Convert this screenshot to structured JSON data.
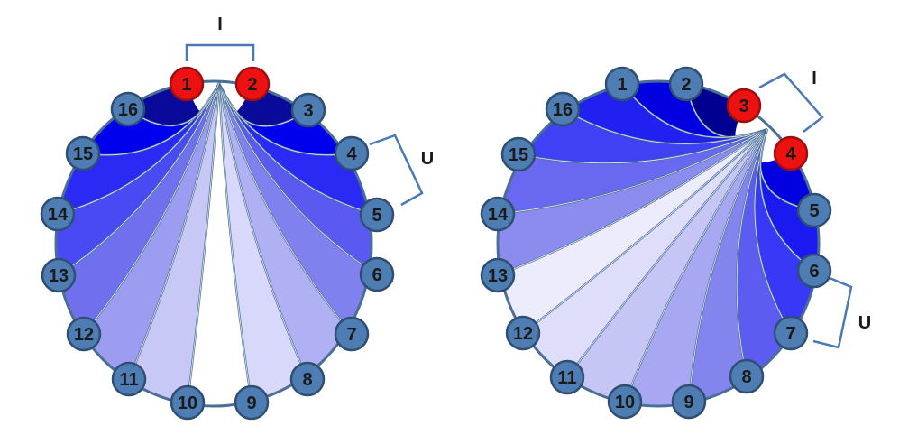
{
  "colors": {
    "rim": "#4a6f94",
    "line": "#4a6f94",
    "node_fill": "#4e7db4",
    "node_stroke": "#2e4e72",
    "highlight_fill": "#ee1111",
    "highlight_stroke": "#9a1010",
    "bracket": "#4a79b5"
  },
  "panels": [
    {
      "id": "left",
      "nodes": [
        "1",
        "2",
        "3",
        "4",
        "5",
        "6",
        "7",
        "8",
        "9",
        "10",
        "11",
        "12",
        "13",
        "14",
        "15",
        "16"
      ],
      "highlighted": [
        "1",
        "2"
      ],
      "brackets": [
        {
          "label": "I",
          "spans": [
            "1",
            "2"
          ]
        },
        {
          "label": "U",
          "spans": [
            "4",
            "5"
          ]
        }
      ]
    },
    {
      "id": "right",
      "nodes": [
        "1",
        "2",
        "3",
        "4",
        "5",
        "6",
        "7",
        "8",
        "9",
        "10",
        "11",
        "12",
        "13",
        "14",
        "15",
        "16"
      ],
      "highlighted": [
        "3",
        "4"
      ],
      "brackets": [
        {
          "label": "I",
          "spans": [
            "3",
            "4"
          ]
        },
        {
          "label": "U",
          "spans": [
            "6",
            "7"
          ]
        }
      ]
    }
  ]
}
